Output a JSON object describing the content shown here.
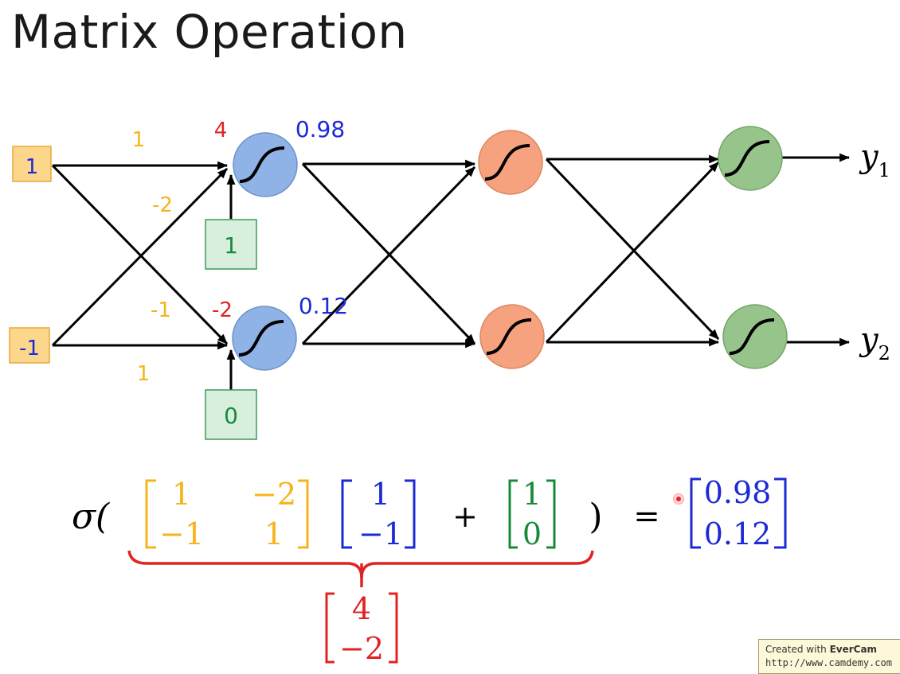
{
  "title": "Matrix Operation",
  "colors": {
    "weight": "#f5b51a",
    "input": "#1c2ad6",
    "output": "#1c2ad6",
    "bias": "#178a3a",
    "preactivation": "#e02424",
    "brace": "#e02424",
    "layer1_node": "#8fb3e6",
    "layer2_node": "#f7a27f",
    "layer3_node": "#97c48a",
    "input_box": "#fcd68a",
    "bias_box": "#d9efdd"
  },
  "network": {
    "inputs": [
      "1",
      "-1"
    ],
    "weights": {
      "w11": "1",
      "w12": "-2",
      "w21": "-1",
      "w22": "1"
    },
    "biases": [
      "1",
      "0"
    ],
    "preactivations": [
      "4",
      "-2"
    ],
    "activations": [
      "0.98",
      "0.12"
    ],
    "outputs": [
      {
        "symbol": "y",
        "subscript": "1"
      },
      {
        "symbol": "y",
        "subscript": "2"
      }
    ]
  },
  "equation": {
    "sigma": "σ(",
    "close_paren": ")",
    "plus": "+",
    "equals": "=",
    "weight_matrix": [
      [
        "1",
        "−2"
      ],
      [
        "−1",
        "1"
      ]
    ],
    "input_vector": [
      "1",
      "−1"
    ],
    "bias_vector": [
      "1",
      "0"
    ],
    "result_vector": [
      "0.98",
      "0.12"
    ],
    "brace_vector": [
      "4",
      "−2"
    ]
  },
  "watermark": {
    "line1_prefix": "Created with ",
    "line1_brand": "EverCam",
    "line2": "http://www.camdemy.com"
  }
}
